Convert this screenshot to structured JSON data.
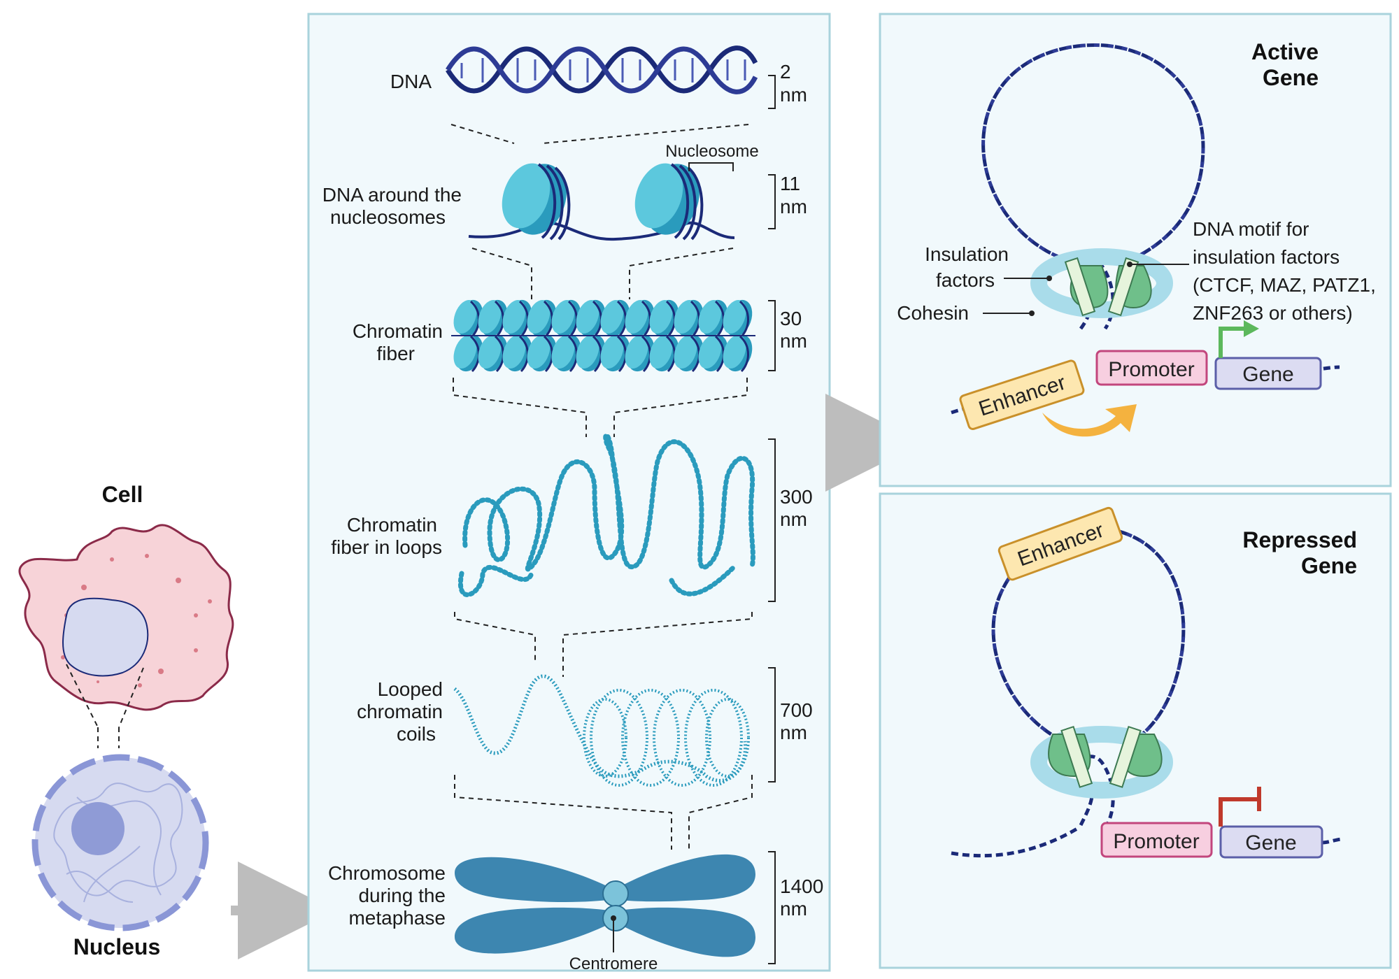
{
  "colors": {
    "panel_border": "#a9d3dc",
    "panel_fill": "#f1f9fc",
    "dna_dark": "#1b2a78",
    "nucleosome": "#3fb7cf",
    "chromosome": "#3d86b0",
    "cell_fill": "#f7d3d8",
    "cell_border": "#8b2a49",
    "nucleus_fill": "#d6daf0",
    "cohesin_ring": "#a9dcea",
    "insulation_factor": "#6fbf8a",
    "enhancer_fill": "#fde7b0",
    "promoter_fill": "#f7cfe0",
    "gene_fill": "#dcdcf2",
    "arrow_orange": "#f4b23f",
    "arrow_green": "#5cb85c",
    "arrow_red": "#c0392b"
  },
  "left": {
    "cell_label": "Cell",
    "nucleus_label": "Nucleus"
  },
  "middle": {
    "levels": [
      {
        "label_lines": [
          "DNA"
        ],
        "size_lines": [
          "2",
          "nm"
        ]
      },
      {
        "label_lines": [
          "DNA around the",
          "nucleosomes"
        ],
        "size_lines": [
          "11",
          "nm"
        ],
        "annotation": "Nucleosome"
      },
      {
        "label_lines": [
          "Chromatin",
          "fiber"
        ],
        "size_lines": [
          "30",
          "nm"
        ]
      },
      {
        "label_lines": [
          "Chromatin",
          "fiber in loops"
        ],
        "size_lines": [
          "300",
          "nm"
        ]
      },
      {
        "label_lines": [
          "Looped",
          "chromatin",
          "coils"
        ],
        "size_lines": [
          "700",
          "nm"
        ]
      },
      {
        "label_lines": [
          "Chromosome",
          "during the",
          "metaphase"
        ],
        "size_lines": [
          "1400",
          "nm"
        ],
        "annotation": "Centromere"
      }
    ]
  },
  "active": {
    "title_lines": [
      "Active",
      "Gene"
    ],
    "insulation_lines": [
      "Insulation",
      "factors"
    ],
    "cohesin": "Cohesin",
    "motif_lines": [
      "DNA motif for",
      "insulation factors",
      "(CTCF, MAZ, PATZ1,",
      "ZNF263 or others)"
    ],
    "enhancer": "Enhancer",
    "promoter": "Promoter",
    "gene": "Gene"
  },
  "repressed": {
    "title_lines": [
      "Repressed",
      "Gene"
    ],
    "enhancer": "Enhancer",
    "promoter": "Promoter",
    "gene": "Gene"
  }
}
